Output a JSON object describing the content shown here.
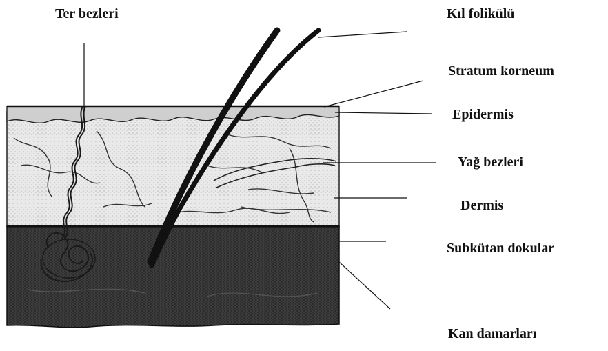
{
  "diagram": {
    "labels": {
      "sweat_glands": "Ter bezleri",
      "hair_follicle": "Kıl folikülü",
      "stratum_corneum": "Stratum korneum",
      "epidermis": "Epidermis",
      "sebaceous_glands": "Yağ bezleri",
      "dermis": "Dermis",
      "subcutaneous": "Subkütan dokular",
      "blood_vessels": "Kan damarları"
    },
    "colors": {
      "ink": "#111111",
      "dermis_fill": "#e6e6e6",
      "epidermis_fill": "#c8c8c8",
      "subcutaneous_fill": "#3a3a3a",
      "background": "#ffffff"
    }
  }
}
